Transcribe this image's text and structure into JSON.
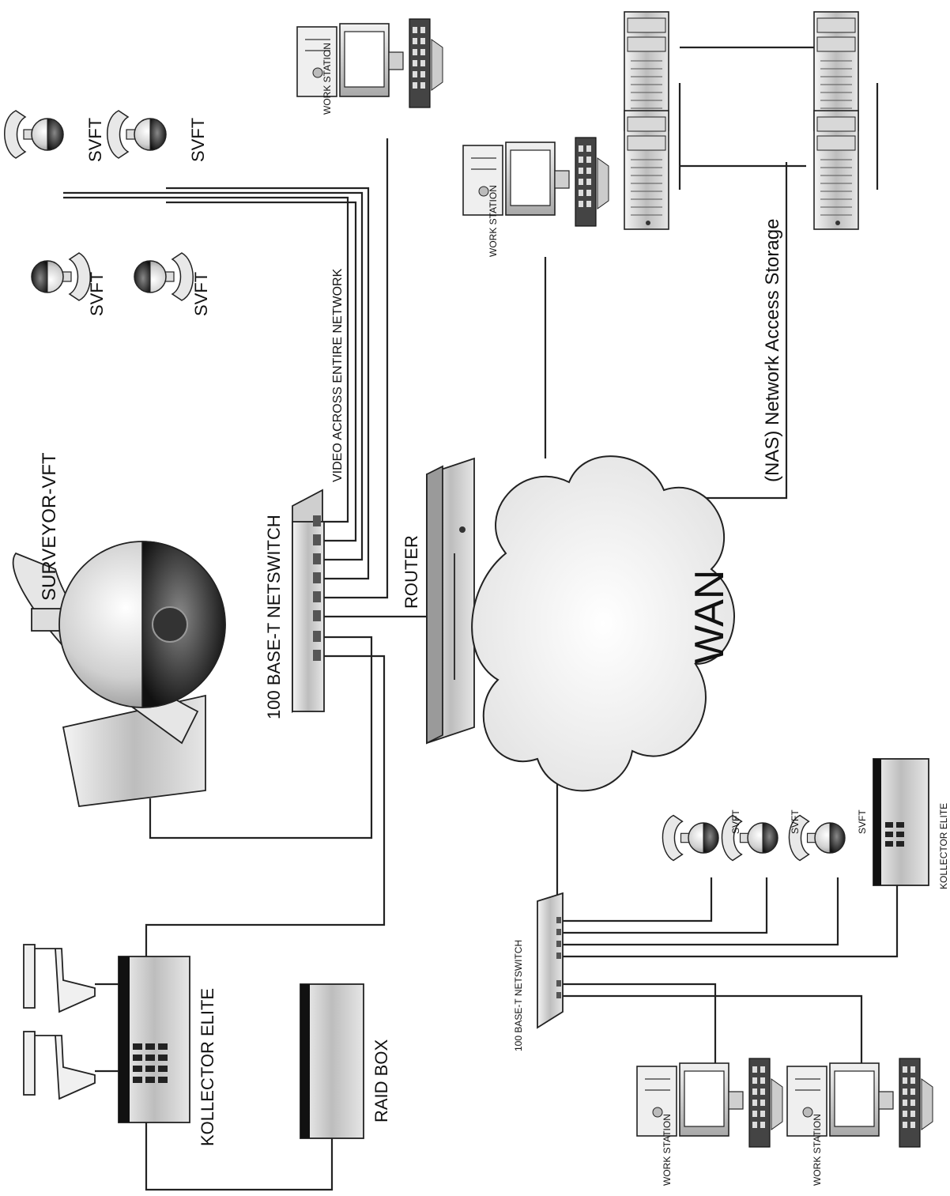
{
  "labels": {
    "surveyor_vft": "SURVEYOR-VFT",
    "netswitch_main": "100 BASE-T NETSWITCH",
    "video_across": "VIDEO ACROSS ENTIRE NETWORK",
    "router": "ROUTER",
    "wan": "WAN",
    "nas": "(NAS) Network Access Storage",
    "svft": "SVFT",
    "workstation": "WORK STATION",
    "kollector_elite": "KOLLECTOR ELITE",
    "raid_box": "RAID BOX",
    "netswitch_remote": "100 BASE-T NETSWITCH"
  }
}
